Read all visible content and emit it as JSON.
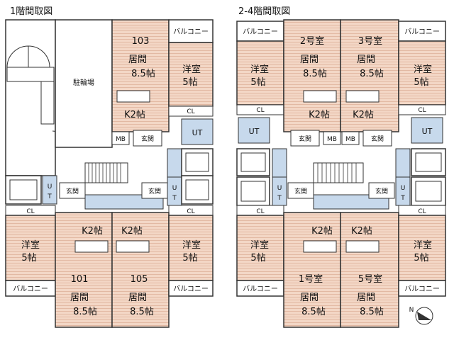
{
  "titles": {
    "floor1": "1階間取図",
    "floor2_4": "2-4階間取図"
  },
  "labels": {
    "balcony": "バルコニー",
    "living": "居間",
    "living_size": "8.5帖",
    "western": "洋室",
    "western_size": "5帖",
    "kitchen": "K2帖",
    "closet": "CL",
    "ut": "UT",
    "entrance": "玄関",
    "mb": "MB",
    "bicycle_parking": "駐輪場",
    "north": "N"
  },
  "rooms": {
    "r103": "103",
    "r101": "101",
    "r105": "105",
    "r2": "2号室",
    "r3": "3号室",
    "r1": "1号室",
    "r5": "5号室"
  },
  "colors": {
    "wood_floor": "#f3d7c6",
    "wood_line": "#e2b9a3",
    "wet_area": "#c7d9ec",
    "outline": "#333333",
    "background": "#ffffff"
  }
}
